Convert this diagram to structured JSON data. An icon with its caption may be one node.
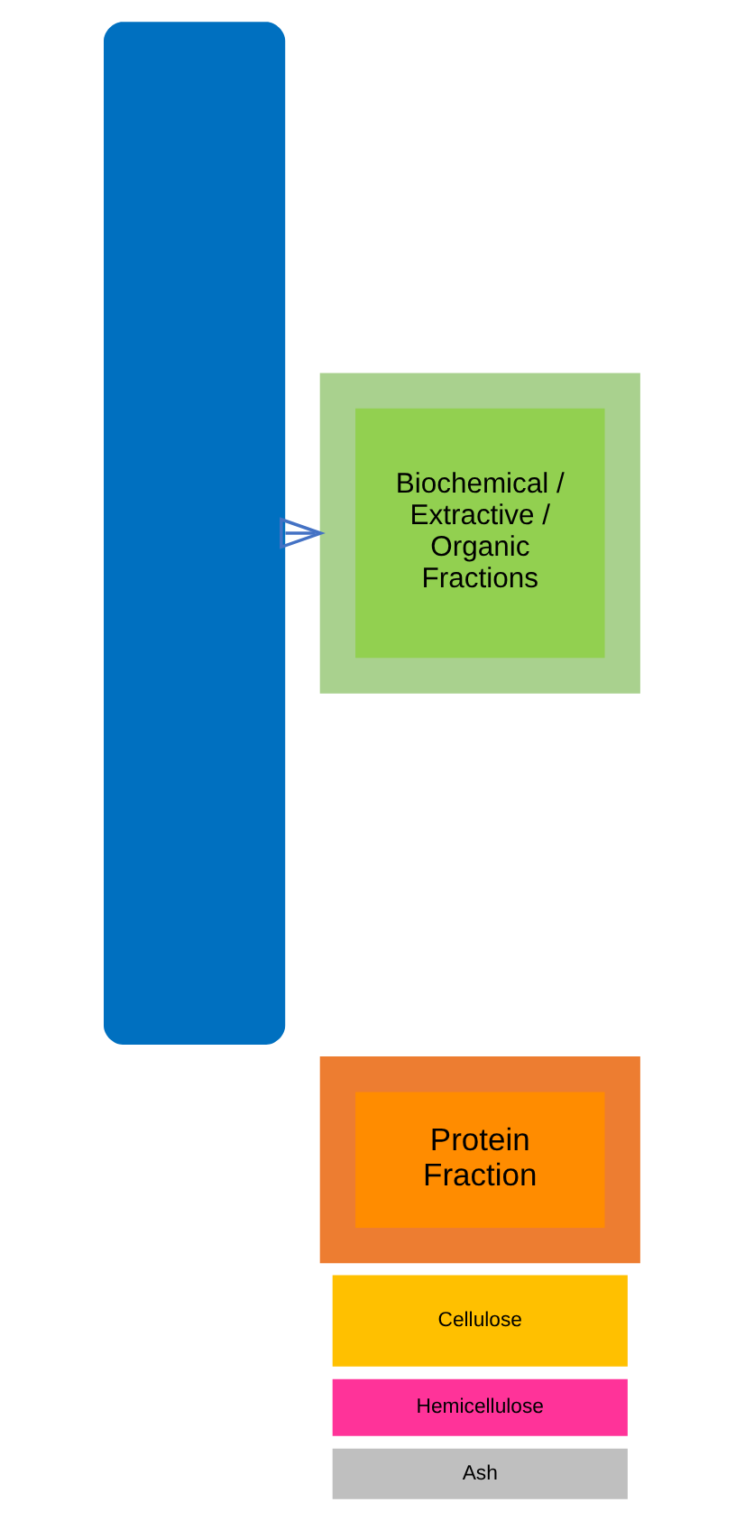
{
  "diagram": {
    "nodes": [
      {
        "text": [],
        "shape": "box"
      },
      {
        "text": [],
        "shape": "box"
      },
      {
        "text": [
          "Biochemical / Extractive / Organic Fractions"
        ],
        "in": 1
      },
      {
        "text": [],
        "shape": "box"
      },
      {
        "text": [
          "Protein Fraction"
        ],
        "in": 3
      },
      {
        "text": [
          "Cellulose"
        ]
      },
      {
        "text": [
          "Hemicellulose"
        ]
      },
      {
        "text": [
          "Ash"
        ]
      }
    ],
    "edges": [
      {
        "from": 0,
        "to": 1,
        "arrow": "to"
      }
    ]
  }
}
